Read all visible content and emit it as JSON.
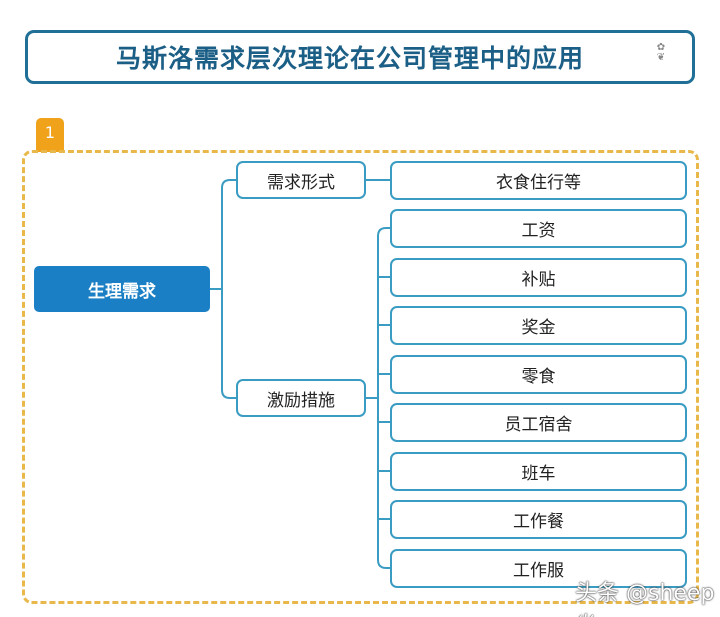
{
  "title": "马斯洛需求层次理论在公司管理中的应用",
  "section_number": "1",
  "root": "生理需求",
  "branches": [
    {
      "label": "需求形式",
      "leaves": [
        "衣食住行等"
      ]
    },
    {
      "label": "激励措施",
      "leaves": [
        "工资",
        "补贴",
        "奖金",
        "零食",
        "员工宿舍",
        "班车",
        "工作餐",
        "工作服"
      ]
    }
  ],
  "watermark": "头条 @sheep炎",
  "colors": {
    "root": "#1a7fc4",
    "title": "#1c5f86",
    "frame": "#e8b84a",
    "tab": "#f0a21a",
    "line": "#3a9cc2"
  }
}
